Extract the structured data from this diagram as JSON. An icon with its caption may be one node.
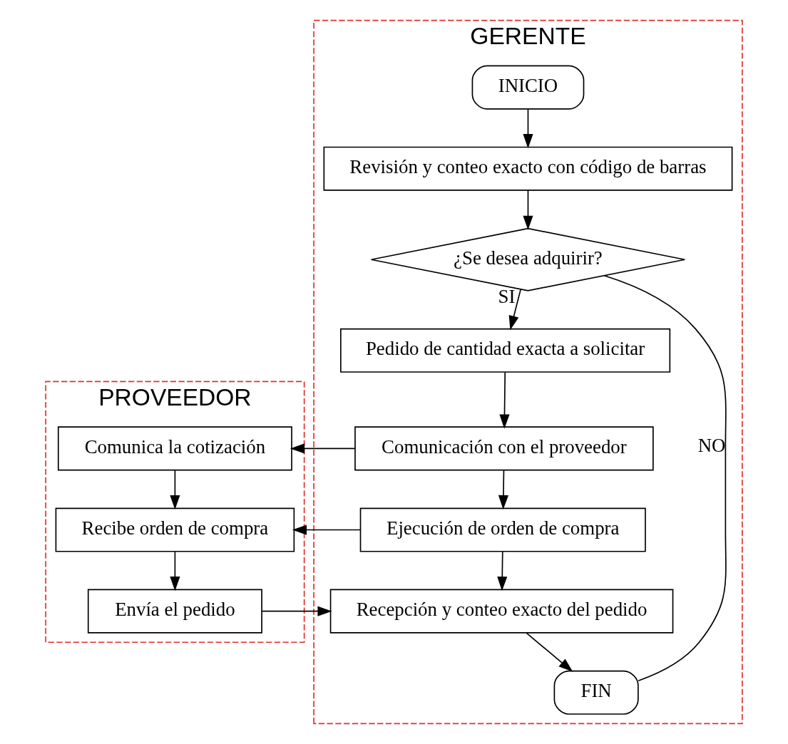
{
  "diagram": {
    "nodes": [
      {
        "text": [
          "PROVEEDOR"
        ]
      },
      {
        "text": [
          "GERENTE"
        ]
      },
      {
        "text": [
          "INICIO"
        ],
        "in": 1
      },
      {
        "text": [
          "Revisión y conteo exacto con código de barras"
        ],
        "in": 1
      },
      {
        "text": [
          "¿Se desea adquirir?"
        ],
        "in": 1
      },
      {
        "text": [
          "Pedido de cantidad exacta a solicitar"
        ],
        "in": 1
      },
      {
        "text": [
          "Comunicación con el proveedor"
        ],
        "in": 1
      },
      {
        "text": [
          "Ejecución de orden de compra"
        ],
        "in": 1
      },
      {
        "text": [
          "Recepción y conteo exacto del pedido"
        ],
        "in": 1
      },
      {
        "text": [
          "FIN"
        ],
        "in": 1
      },
      {
        "text": [
          "Comunica la cotización"
        ],
        "in": 0
      },
      {
        "text": [
          "Recibe orden de compra"
        ],
        "in": 0
      },
      {
        "text": [
          "Envía el pedido"
        ],
        "in": 0
      }
    ],
    "edges": [
      {
        "from": 2,
        "to": 3,
        "arrow": "to"
      },
      {
        "from": 3,
        "to": 4,
        "arrow": "to"
      },
      {
        "from": 4,
        "to": 5,
        "arrow": "to",
        "label": "SI"
      },
      {
        "from": 4,
        "to": 9,
        "arrow": "none",
        "label": "NO"
      },
      {
        "from": 5,
        "to": 6,
        "arrow": "to"
      },
      {
        "from": 6,
        "to": 10,
        "arrow": "to"
      },
      {
        "from": 10,
        "to": 11,
        "arrow": "to"
      },
      {
        "from": 6,
        "to": 7,
        "arrow": "to"
      },
      {
        "from": 7,
        "to": 11,
        "arrow": "to"
      },
      {
        "from": 11,
        "to": 12,
        "arrow": "to"
      },
      {
        "from": 7,
        "to": 8,
        "arrow": "to"
      },
      {
        "from": 12,
        "to": 8,
        "arrow": "to"
      },
      {
        "from": 8,
        "to": 9,
        "arrow": "to"
      }
    ]
  }
}
